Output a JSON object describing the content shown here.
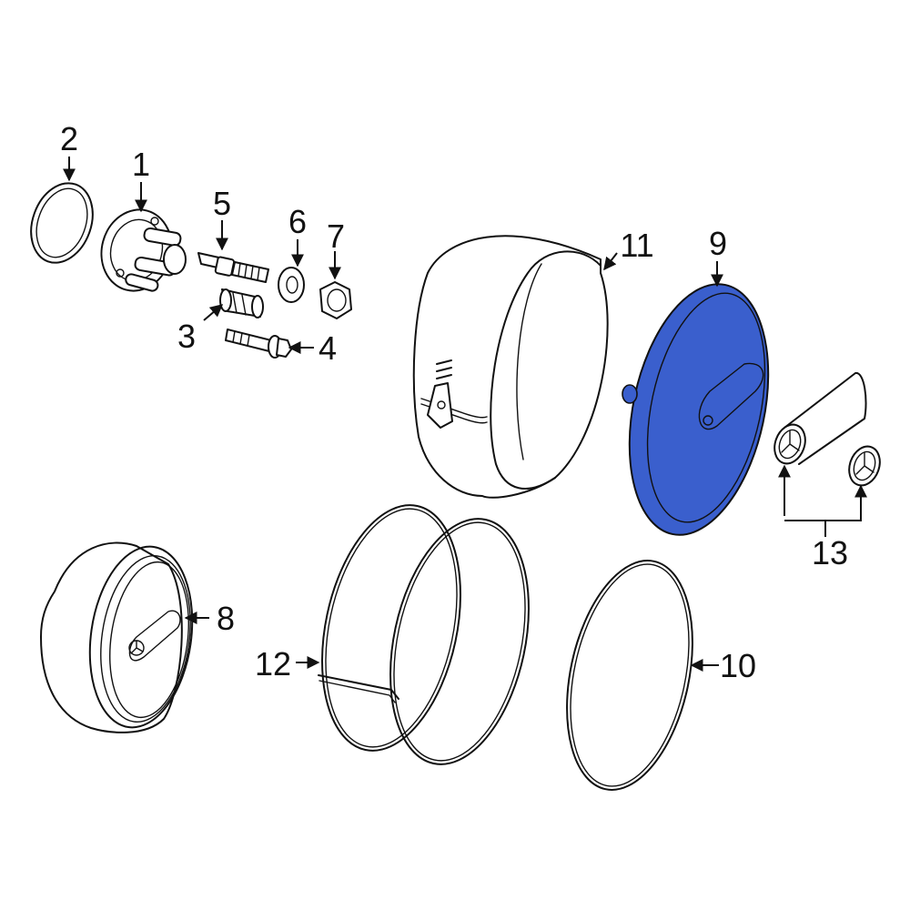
{
  "colors": {
    "highlight": "#3a5fcd",
    "line": "#111111",
    "background": "#ffffff"
  },
  "callouts": {
    "c1": "1",
    "c2": "2",
    "c3": "3",
    "c4": "4",
    "c5": "5",
    "c6": "6",
    "c7": "7",
    "c8": "8",
    "c9": "9",
    "c10": "10",
    "c11": "11",
    "c12": "12",
    "c13": "13"
  }
}
